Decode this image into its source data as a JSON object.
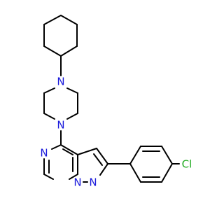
{
  "colors": {
    "carbon_bond": "#000000",
    "nitrogen": "#1a1adb",
    "chlorine": "#1faa1f",
    "background": "#ffffff"
  },
  "atoms": {
    "n_pip_top": "N",
    "n_pip_bottom": "N",
    "n_pyrazine_5": "N",
    "n_bridge": "N",
    "n_pyrazole_1": "N",
    "cl": "Cl"
  }
}
